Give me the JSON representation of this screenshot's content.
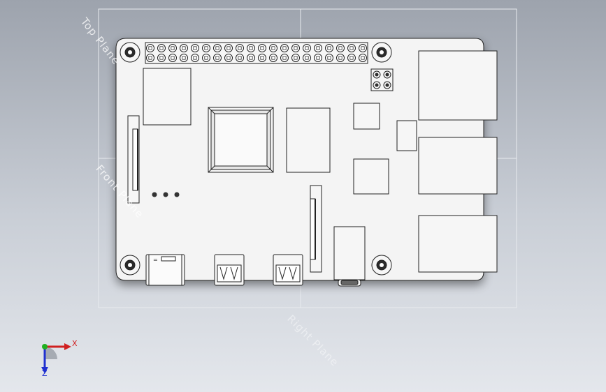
{
  "view": {
    "background": "#b8bec7",
    "planes": {
      "top_label": "Top Plane",
      "front_label": "Front Plane",
      "right_label": "Right Plane"
    },
    "triad": {
      "x_label": "X",
      "z_label": "Z",
      "x_color": "#d02020",
      "y_color": "#20b020",
      "z_color": "#2030d0"
    }
  },
  "model": {
    "name": "Raspberry Pi board",
    "board_color": "#f4f4f4",
    "outline_color": "#222222",
    "gpio_pins": 40,
    "components": [
      "soc",
      "ram",
      "usb-a-ports",
      "ethernet-port",
      "usb-c-port",
      "micro-hdmi-ports",
      "audio-jack",
      "camera-connector",
      "display-connector",
      "mounting-holes",
      "poe-header"
    ]
  }
}
